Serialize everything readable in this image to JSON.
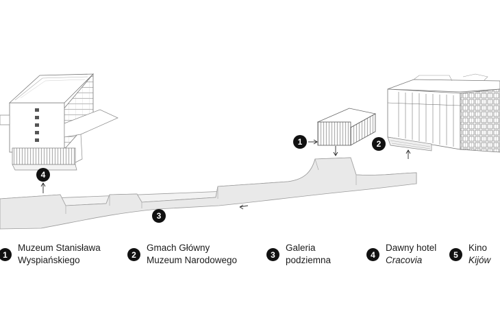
{
  "legend": [
    {
      "num": "1",
      "line1": "Muzeum Stanisława",
      "line2": "Wyspiańskiego",
      "italic": false
    },
    {
      "num": "2",
      "line1": "Gmach Główny",
      "line2": "Muzeum Narodowego",
      "italic": false
    },
    {
      "num": "3",
      "line1": "Galeria",
      "line2": "podziemna",
      "italic": false
    },
    {
      "num": "4",
      "line1": "Dawny hotel",
      "line2": "Cracovia",
      "italic": true
    },
    {
      "num": "5",
      "line1": "Kino",
      "line2": "Kijów",
      "italic": true
    }
  ],
  "markers": {
    "m1": "1",
    "m2": "2",
    "m3": "3",
    "m4": "4"
  },
  "colors": {
    "badge": "#111111",
    "tunnel_fill": "#ececec",
    "stroke": "#9a9a9a"
  }
}
